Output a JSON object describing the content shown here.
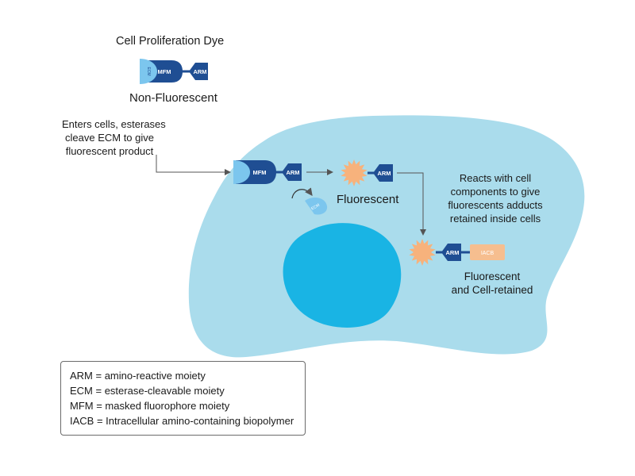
{
  "title": "Cell Proliferation Dye",
  "labels": {
    "non_fluorescent": "Non-Fluorescent",
    "fluorescent": "Fluorescent",
    "fluorescent_retained_line1": "Fluorescent",
    "fluorescent_retained_line2": "and Cell-retained"
  },
  "steps": {
    "enter_line1": "Enters cells, esterases",
    "enter_line2": "cleave ECM to give",
    "enter_line3": "fluorescent product",
    "react_line1": "Reacts with cell",
    "react_line2": "components to give",
    "react_line3": "fluorescents adducts",
    "react_line4": "retained inside cells"
  },
  "molecule": {
    "mfm": "MFM",
    "arm": "ARM",
    "ecm": "ECM",
    "iacb": "IACB"
  },
  "legend": [
    "ARM = amino-reactive moiety",
    "ECM = esterase-cleavable moiety",
    "MFM = masked fluorophore moiety",
    "IACB = Intracellular amino-containing biopolymer"
  ],
  "colors": {
    "cell": "#aadcec",
    "nucleus": "#19b4e4",
    "navy": "#1f4e93",
    "ecm": "#7cc6ee",
    "fluorophore": "#f7b27c",
    "iacb": "#f6be8f",
    "arrow": "#555555"
  }
}
